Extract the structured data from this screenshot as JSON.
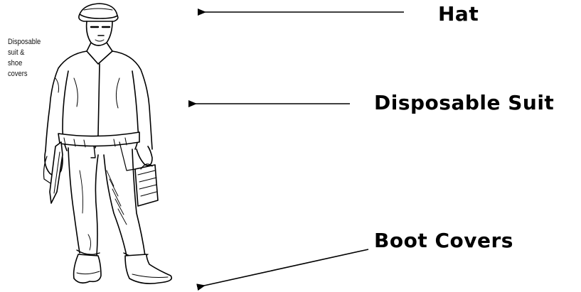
{
  "labels": {
    "hat": "Hat",
    "suit": "Disposable Suit",
    "boot_covers": "Boot Covers"
  },
  "caption": {
    "lines": [
      "Disposable",
      "suit &",
      "shoe",
      "covers"
    ]
  },
  "icons": [
    "worker-illustration",
    "arrow-hat",
    "arrow-suit",
    "arrow-boot-covers"
  ]
}
